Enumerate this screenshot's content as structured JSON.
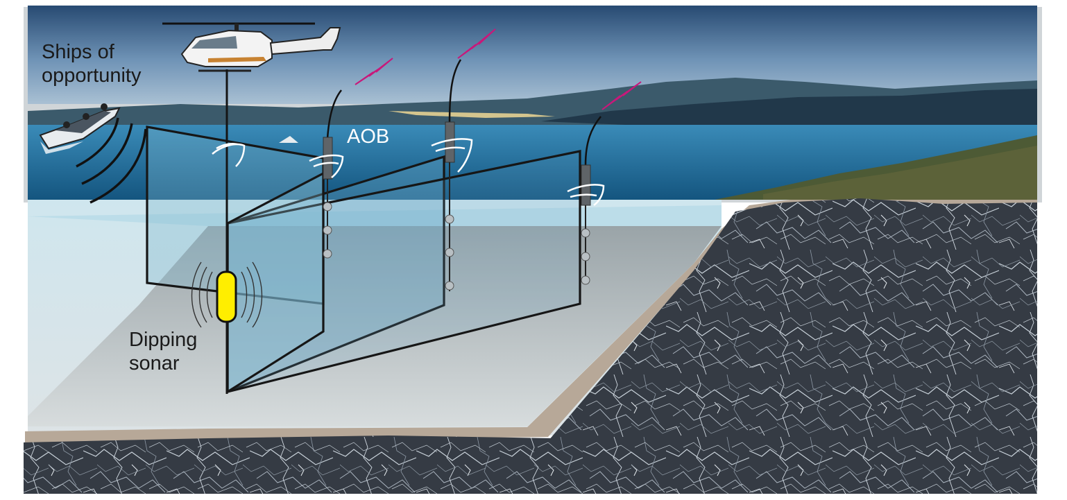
{
  "labels": {
    "ships_line1": "Ships of",
    "ships_line2": "opportunity",
    "aob": "AOB",
    "dipping_line1": "Dipping",
    "dipping_line2": "sonar"
  },
  "colors": {
    "sky_top": "#274a72",
    "sky_bottom": "#9db6cd",
    "sea": "#1f6ea0",
    "rock": "#3a4048",
    "sediment": "#b8a898",
    "seabed": "#b9c0c2",
    "sonar": "#ffee00",
    "antenna": "#c8187a"
  }
}
